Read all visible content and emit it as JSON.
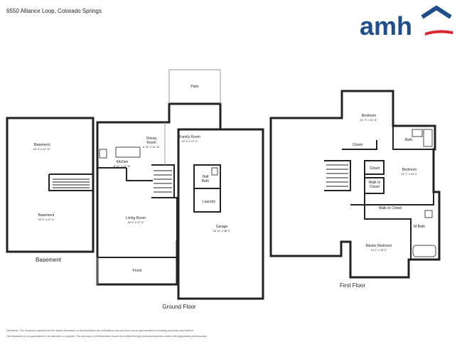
{
  "address": "6550 Alliance Loop, Colorado Springs",
  "brand": {
    "name": "amh",
    "text_color": "#1f4e8c",
    "roof_color": "#1f4e8c",
    "swoosh_color": "#d9262c"
  },
  "floors": {
    "basement": "Basement",
    "ground": "Ground Floor",
    "first": "First Floor"
  },
  "rooms": {
    "basement_upper": {
      "name": "Basement",
      "dim": "15' 4\" x 12' 11\""
    },
    "basement_lower": {
      "name": "Basement",
      "dim": "16' 4\" x 17' 4\""
    },
    "patio": {
      "name": "Patio"
    },
    "dining": {
      "name": "Dining\nRoom",
      "dim": "8' 11\" x 14' 11\""
    },
    "family": {
      "name": "Family Room",
      "dim": "15' 3\" x 17' 4\""
    },
    "kitchen": {
      "name": "Kitchen",
      "dim": "8' 11\" x 12' 11\""
    },
    "half_bath": {
      "name": "Half\nBath"
    },
    "laundry": {
      "name": "Laundry"
    },
    "living": {
      "name": "Living Room",
      "dim": "16' 4\" x 17' 4\""
    },
    "garage": {
      "name": "Garage",
      "dim": "18' 11\" x 38' 5\""
    },
    "porch": {
      "name": "Porch"
    },
    "bedroom1": {
      "name": "Bedroom",
      "dim": "11' 3\" x 12' 11\""
    },
    "closet1": {
      "name": "Closet"
    },
    "bath": {
      "name": "Bath"
    },
    "closet2": {
      "name": "Closet"
    },
    "bedroom2": {
      "name": "Bedroom",
      "dim": "11' 1\" x 10' 1\""
    },
    "walkin1": {
      "name": "Walk-In\nCloset"
    },
    "walkin2": {
      "name": "Walk-In Closet"
    },
    "mbath": {
      "name": "M.Bath"
    },
    "master": {
      "name": "Master Bedroom",
      "dim": "13' 1\" x 15' 2\""
    }
  },
  "disclaimer": {
    "line1": "Disclaimer: The floorplans depicted are the stated dimensions in this illustration are estimations only and serve as an approximation of existing structures and finishes.",
    "line2": "This illustration is not guaranteed to be accurate or complete. The accuracy of all information should be verified through personal inspection and/or with appropriate professionals."
  }
}
